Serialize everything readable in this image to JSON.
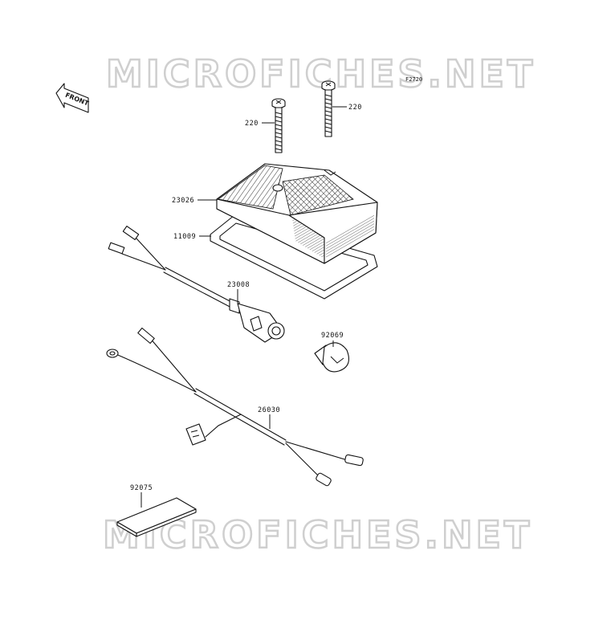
{
  "watermark": "MICROFICHES.NET",
  "figure_ref": "F2720",
  "front_marker": "FRONT",
  "parts": {
    "screw_left": "220",
    "screw_right": "220",
    "lens": "23026",
    "gasket": "11009",
    "socket_harness": "23008",
    "bulb": "92069",
    "main_harness": "26030",
    "pad": "92075"
  },
  "icons": [
    "front-arrow-icon"
  ]
}
